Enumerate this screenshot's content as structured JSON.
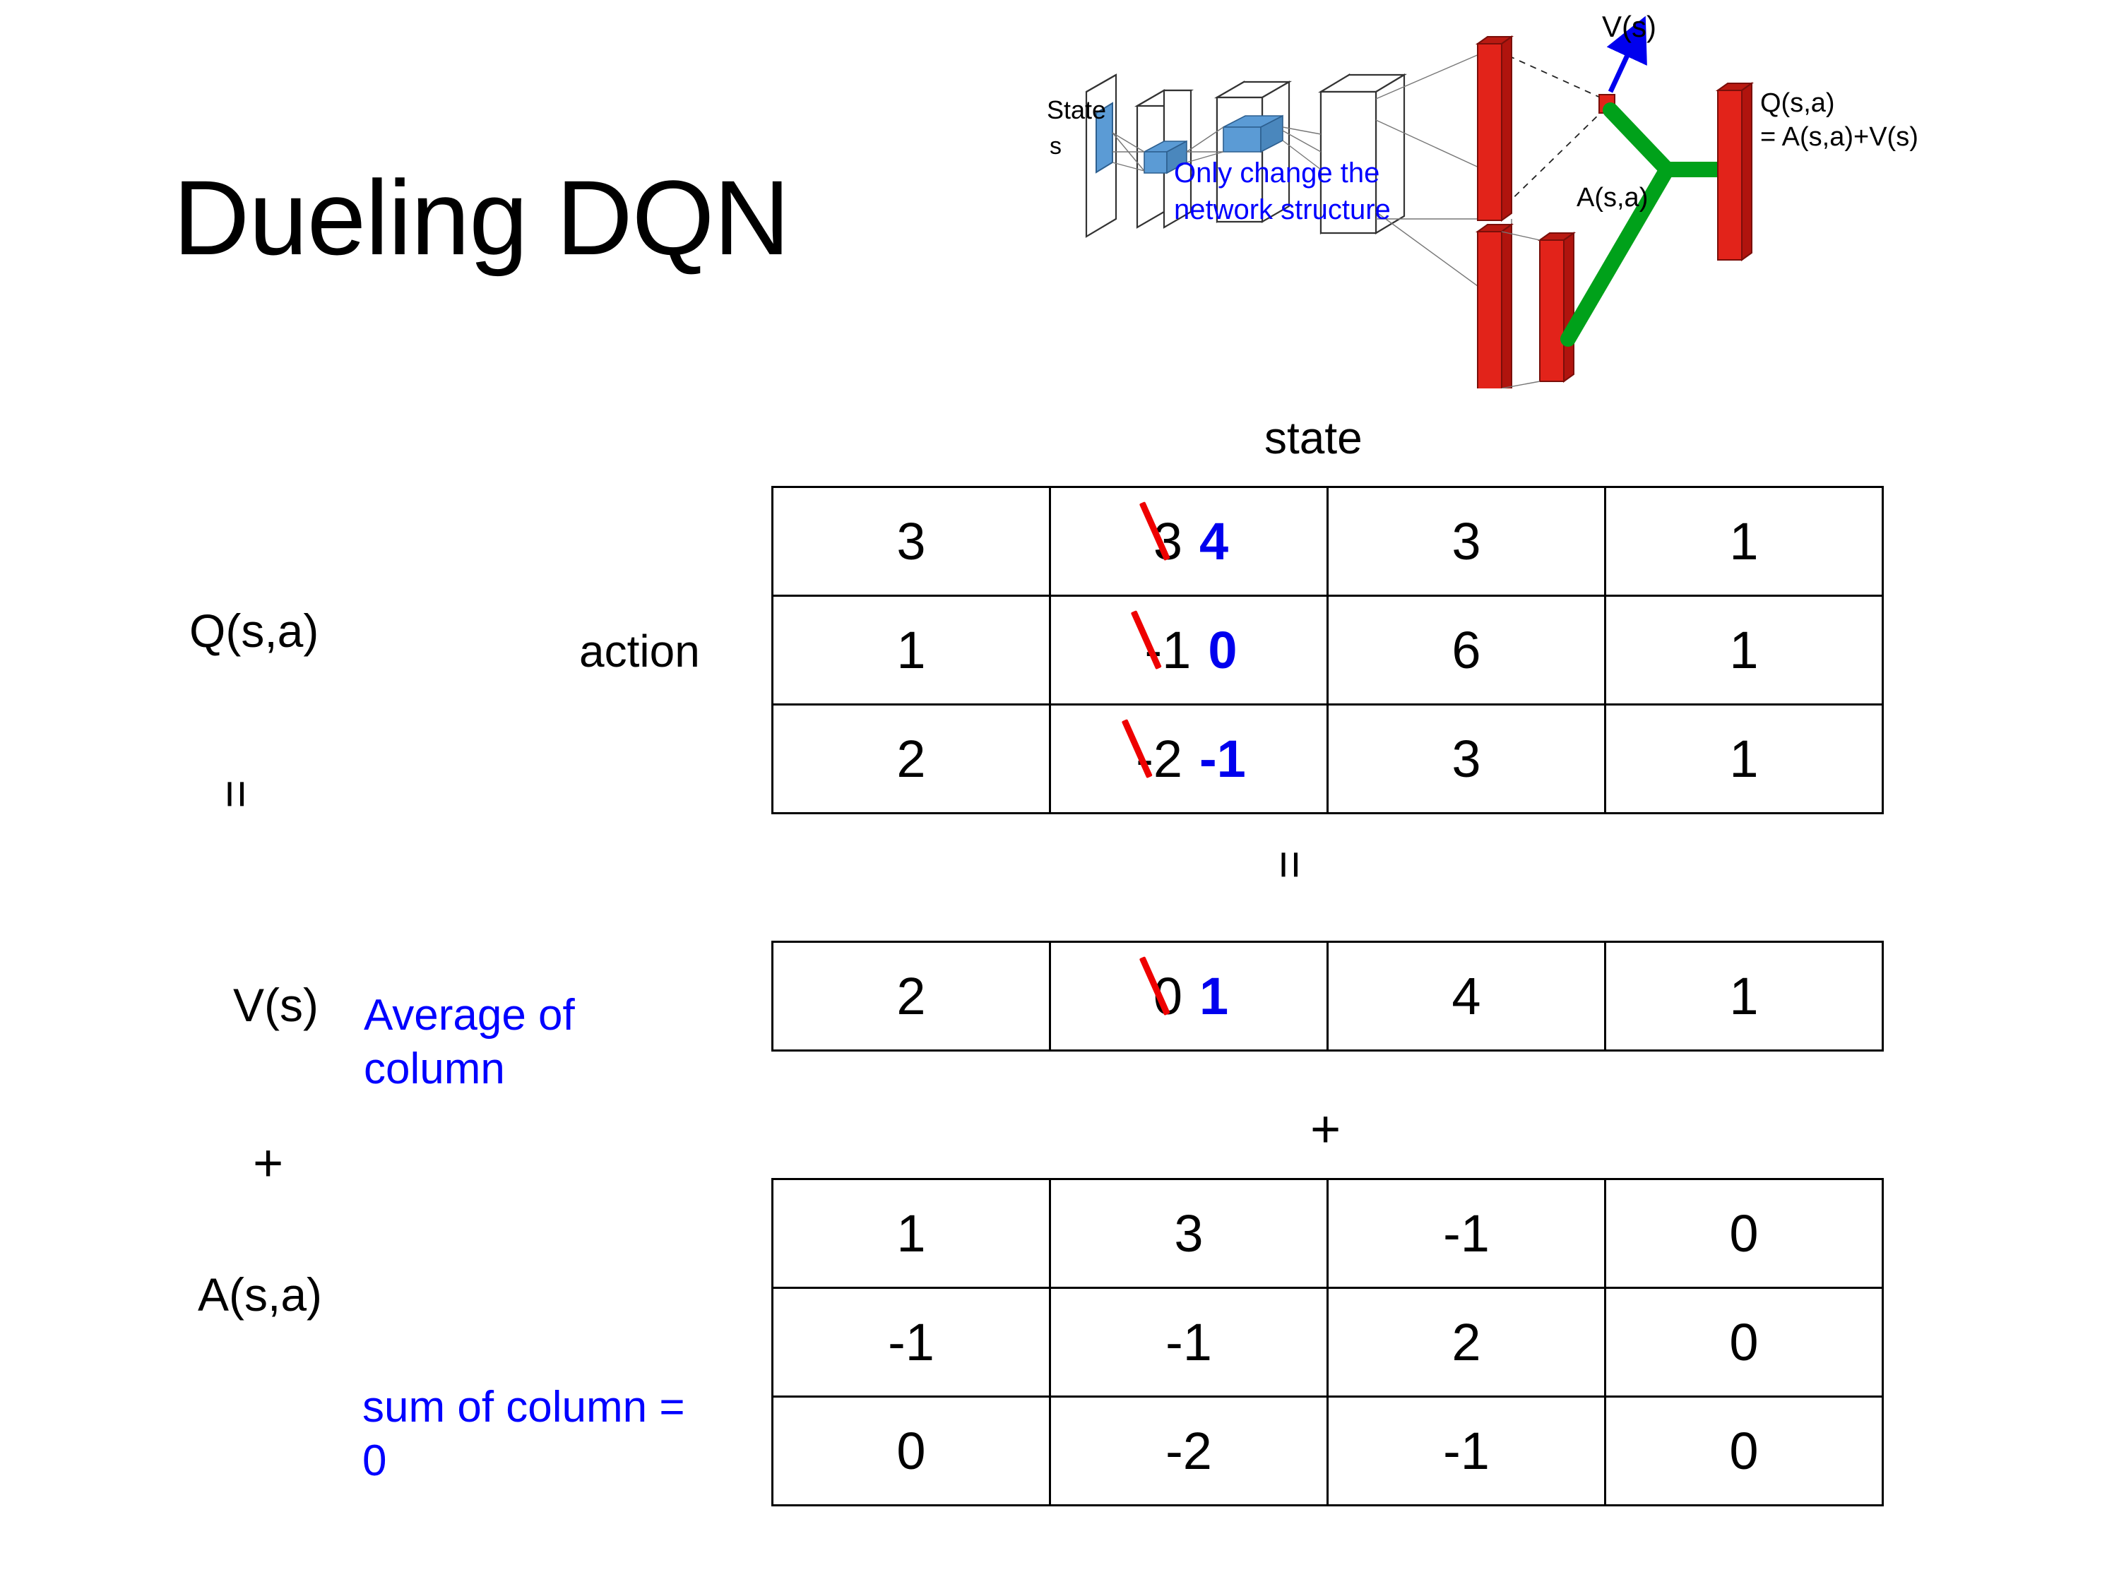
{
  "slide": {
    "title": "Dueling DQN"
  },
  "figure": {
    "caption": "Only change the network structure",
    "input_label_line1": "State",
    "input_label_line2": "s",
    "value_label": "V(s)",
    "advantage_label": "A(s,a)",
    "q_label_line1": "Q(s,a)",
    "q_label_line2": "= A(s,a)+V(s)",
    "caption_color": "#0000ff",
    "stream_color": "#00a11a",
    "head_color": "#e2231a",
    "value_arrow_color": "#0000ee"
  },
  "labels": {
    "state": "state",
    "action": "action",
    "q_of_sa": "Q(s,a)",
    "v_of_s": "V(s)",
    "a_of_sa": "A(s,a)",
    "equals": "=",
    "plus": "+",
    "avg_note": "Average of column",
    "sum_note": "sum of column = 0",
    "note_color": "#0000ff"
  },
  "q_table": {
    "name": "Q(s,a)",
    "rows": [
      [
        {
          "value": "3"
        },
        {
          "value": "3",
          "struck": true,
          "correction": "4"
        },
        {
          "value": "3"
        },
        {
          "value": "1"
        }
      ],
      [
        {
          "value": "1"
        },
        {
          "value": "-1",
          "struck": true,
          "correction": "0"
        },
        {
          "value": "6"
        },
        {
          "value": "1"
        }
      ],
      [
        {
          "value": "2"
        },
        {
          "value": "-2",
          "struck": true,
          "correction": "-1"
        },
        {
          "value": "3"
        },
        {
          "value": "1"
        }
      ]
    ]
  },
  "v_table": {
    "name": "V(s)",
    "rows": [
      [
        {
          "value": "2"
        },
        {
          "value": "0",
          "struck": true,
          "correction": "1"
        },
        {
          "value": "4"
        },
        {
          "value": "1"
        }
      ]
    ]
  },
  "a_table": {
    "name": "A(s,a)",
    "rows": [
      [
        {
          "value": "1"
        },
        {
          "value": "3"
        },
        {
          "value": "-1"
        },
        {
          "value": "0"
        }
      ],
      [
        {
          "value": "-1"
        },
        {
          "value": "-1"
        },
        {
          "value": "2"
        },
        {
          "value": "0"
        }
      ],
      [
        {
          "value": "0"
        },
        {
          "value": "-2"
        },
        {
          "value": "-1"
        },
        {
          "value": "0"
        }
      ]
    ]
  },
  "colors": {
    "strike": "#ee0000",
    "correction": "#0000ee",
    "grid": "#000000"
  }
}
